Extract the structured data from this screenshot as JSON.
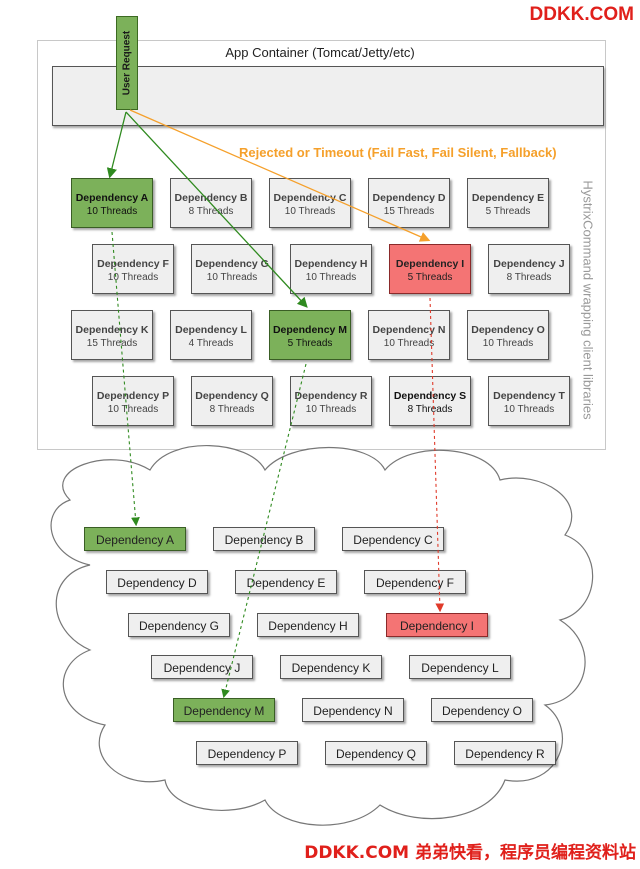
{
  "watermark_top": "DDKK.COM",
  "watermark_bottom": "DDKK.COM 弟弟快看，程序员编程资料站",
  "container_title": "App Container (Tomcat/Jetty/etc)",
  "user_request": "User Request",
  "rejected_label": "Rejected or Timeout (Fail Fast, Fail Silent, Fallback)",
  "side_label": "HystrixCommand wrapping client libraries",
  "colors": {
    "green": "#7cb15a",
    "red": "#f47474",
    "orange": "#f5a02b",
    "arrow_green": "#2f8a1f",
    "arrow_red": "#e03a2a"
  },
  "deps": [
    {
      "name": "Dependency A",
      "threads": "10 Threads",
      "state": "green"
    },
    {
      "name": "Dependency B",
      "threads": "8 Threads",
      "state": "normal"
    },
    {
      "name": "Dependency C",
      "threads": "10 Threads",
      "state": "normal"
    },
    {
      "name": "Dependency D",
      "threads": "15 Threads",
      "state": "normal"
    },
    {
      "name": "Dependency E",
      "threads": "5 Threads",
      "state": "normal"
    },
    {
      "name": "Dependency F",
      "threads": "10 Threads",
      "state": "normal"
    },
    {
      "name": "Dependency G",
      "threads": "10 Threads",
      "state": "normal"
    },
    {
      "name": "Dependency H",
      "threads": "10 Threads",
      "state": "normal"
    },
    {
      "name": "Dependency I",
      "threads": "5 Threads",
      "state": "red"
    },
    {
      "name": "Dependency J",
      "threads": "8 Threads",
      "state": "normal"
    },
    {
      "name": "Dependency K",
      "threads": "15 Threads",
      "state": "normal"
    },
    {
      "name": "Dependency L",
      "threads": "4 Threads",
      "state": "normal"
    },
    {
      "name": "Dependency M",
      "threads": "5 Threads",
      "state": "green"
    },
    {
      "name": "Dependency N",
      "threads": "10 Threads",
      "state": "normal"
    },
    {
      "name": "Dependency O",
      "threads": "10 Threads",
      "state": "normal"
    },
    {
      "name": "Dependency P",
      "threads": "10 Threads",
      "state": "normal"
    },
    {
      "name": "Dependency Q",
      "threads": "8 Threads",
      "state": "normal"
    },
    {
      "name": "Dependency R",
      "threads": "10 Threads",
      "state": "normal"
    },
    {
      "name": "Dependency S",
      "threads": "8 Threads",
      "state": "dark"
    },
    {
      "name": "Dependency T",
      "threads": "10 Threads",
      "state": "normal"
    }
  ],
  "cloud_deps": [
    {
      "name": "Dependency A",
      "state": "green"
    },
    {
      "name": "Dependency B",
      "state": "normal"
    },
    {
      "name": "Dependency C",
      "state": "normal"
    },
    {
      "name": "Dependency D",
      "state": "normal"
    },
    {
      "name": "Dependency E",
      "state": "normal"
    },
    {
      "name": "Dependency F",
      "state": "normal"
    },
    {
      "name": "Dependency G",
      "state": "normal"
    },
    {
      "name": "Dependency H",
      "state": "normal"
    },
    {
      "name": "Dependency I",
      "state": "red"
    },
    {
      "name": "Dependency J",
      "state": "normal"
    },
    {
      "name": "Dependency K",
      "state": "normal"
    },
    {
      "name": "Dependency L",
      "state": "normal"
    },
    {
      "name": "Dependency M",
      "state": "green"
    },
    {
      "name": "Dependency N",
      "state": "normal"
    },
    {
      "name": "Dependency O",
      "state": "normal"
    },
    {
      "name": "Dependency P",
      "state": "normal"
    },
    {
      "name": "Dependency Q",
      "state": "normal"
    },
    {
      "name": "Dependency R",
      "state": "normal"
    }
  ]
}
